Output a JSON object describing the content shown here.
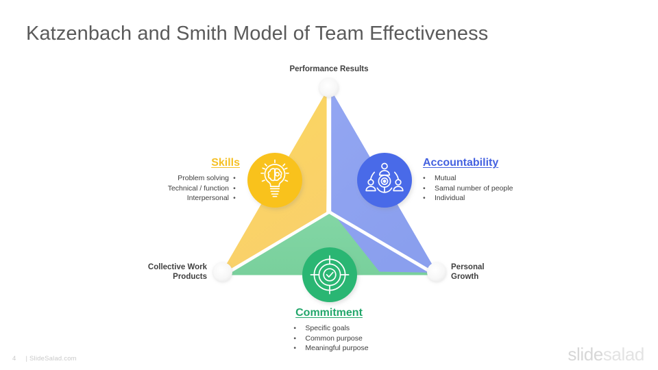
{
  "slide": {
    "title": "Katzenbach and Smith Model of Team Effectiveness",
    "page_number": "4",
    "footer_text": "| SlideSalad.com",
    "brand": {
      "part1": "slide",
      "part2": "salad"
    }
  },
  "vertices": {
    "top": "Performance Results",
    "left": "Collective Work\nProducts",
    "left_line1": "Collective Work",
    "left_line2": "Products",
    "right_line1": "Personal",
    "right_line2": "Growth"
  },
  "segments": [
    {
      "id": "skills",
      "heading": "Skills",
      "color": "#F5C026",
      "fill": "#FAD45F",
      "icon_bg": "#F9C21C",
      "icon": "lightbulb-brain-icon",
      "bullets": [
        "Problem solving",
        "Technical / function",
        "Interpersonal"
      ]
    },
    {
      "id": "accountability",
      "heading": "Accountability",
      "color": "#4461E0",
      "fill": "#8EA3F0",
      "icon_bg": "#4A6AE8",
      "icon": "team-network-icon",
      "bullets": [
        "Mutual",
        "Samal number of people",
        "Individual"
      ]
    },
    {
      "id": "commitment",
      "heading": "Commitment",
      "color": "#23A76B",
      "fill": "#7DD3A0",
      "icon_bg": "#2BB673",
      "icon": "target-check-icon",
      "bullets": [
        "Specific goals",
        "Common purpose",
        "Meaningful purpose"
      ]
    }
  ],
  "bullet_glyph": "•"
}
